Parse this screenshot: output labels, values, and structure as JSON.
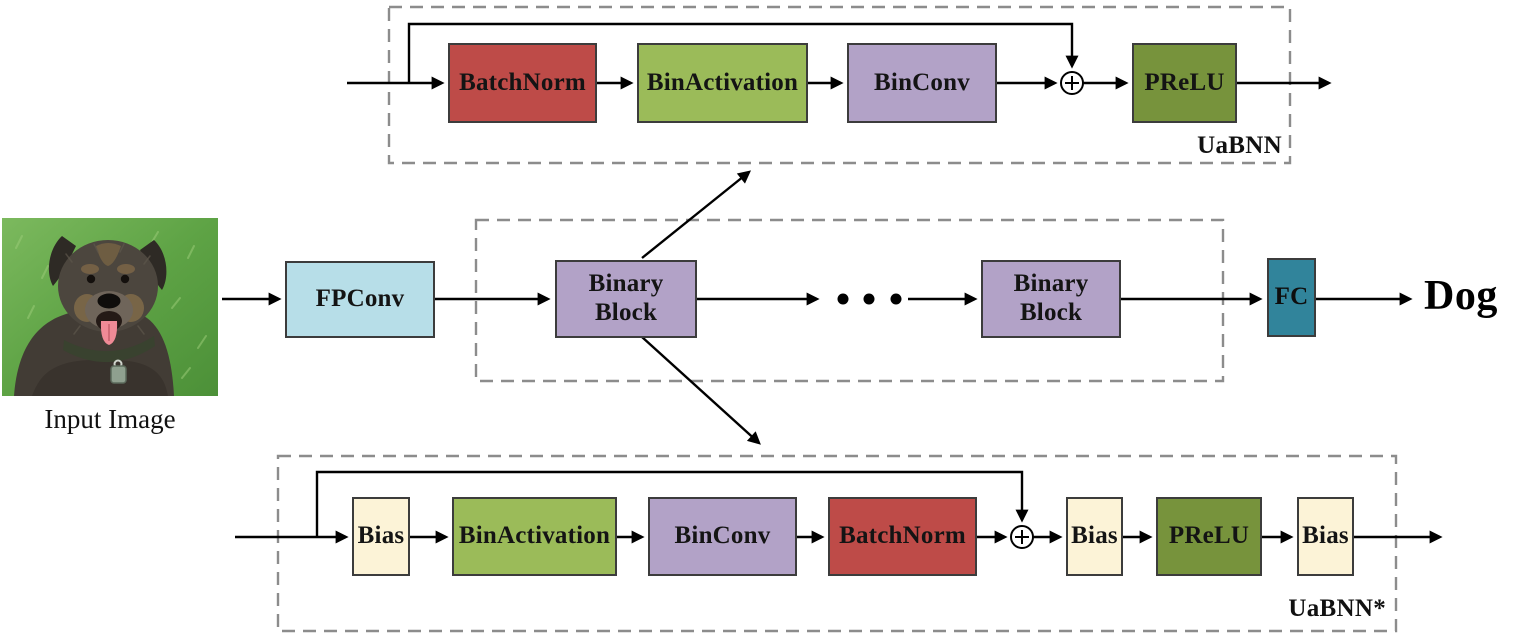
{
  "figure": {
    "input_caption": "Input Image",
    "output_label": "Dog"
  },
  "pipeline": {
    "fpconv": "FPConv",
    "binary_block_1": "Binary Block",
    "binary_block_2": "Binary Block",
    "ellipsis": "• • •",
    "fc": "FC"
  },
  "uabnn": {
    "label": "UaBNN",
    "batchnorm": "BatchNorm",
    "binactivation": "BinActivation",
    "binconv": "BinConv",
    "add_operator": "⊕",
    "prelu": "PReLU"
  },
  "uabnn_star": {
    "label": "UaBNN*",
    "bias_1": "Bias",
    "binactivation": "BinActivation",
    "binconv": "BinConv",
    "batchnorm": "BatchNorm",
    "add_operator": "⊕",
    "bias_2": "Bias",
    "prelu": "PReLU",
    "bias_3": "Bias"
  },
  "colors": {
    "batchnorm": "#BE4B48",
    "binactivation": "#9BBB59",
    "binconv": "#B2A2C7",
    "binary_block": "#B2A2C7",
    "prelu": "#77933C",
    "bias": "#FCF3D7",
    "fpconv": "#B7DEE8",
    "fc": "#31849B",
    "dashed_border": "#8C8C8C",
    "arrow": "#000000"
  }
}
